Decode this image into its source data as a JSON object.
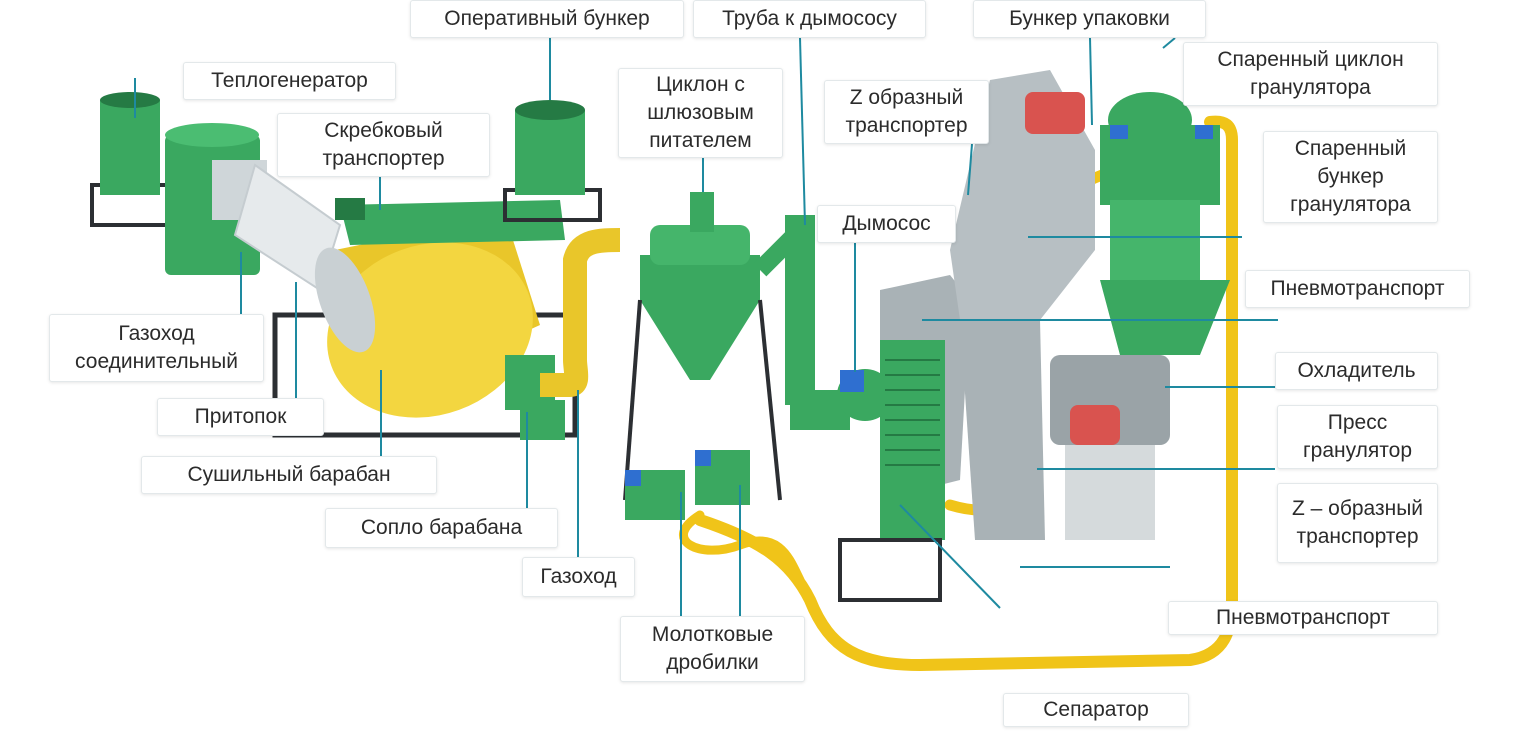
{
  "colors": {
    "equipment_green": "#3aa860",
    "equipment_green_dark": "#257a44",
    "drum_yellow": "#e9c62a",
    "pipe_yellow": "#f0c419",
    "steel_grey": "#a9b2b6",
    "motor_blue": "#2f6fd0",
    "motor_red": "#d9534f",
    "frame_dark": "#2c2f33",
    "leader_line": "#1e8aa0"
  },
  "labels": [
    {
      "id": "operativnyy-bunker",
      "text": "Оперативный бункер"
    },
    {
      "id": "truba-k-dymososu",
      "text": "Труба к дымососу"
    },
    {
      "id": "bunker-upakovki",
      "text": "Бункер упаковки"
    },
    {
      "id": "sparennyy-tsiklon",
      "text": "Спаренный циклон\nгранулятора"
    },
    {
      "id": "teplogenerator",
      "text": "Теплогенератор"
    },
    {
      "id": "tsiklon-shlyuz",
      "text": "Циклон с\nшлюзовым\nпитателем"
    },
    {
      "id": "z-transporter-top",
      "text": "Z образный\nтранспортер"
    },
    {
      "id": "skrebkovyy",
      "text": "Скребковый\nтранспортер"
    },
    {
      "id": "sparennyy-bunker",
      "text": "Спаренный\nбункер\nгранулятора"
    },
    {
      "id": "dymosos",
      "text": "Дымосос"
    },
    {
      "id": "pnevmo-top",
      "text": "Пневмотранспорт"
    },
    {
      "id": "gazokhod-soed",
      "text": "Газоход\nсоединительный"
    },
    {
      "id": "okhladitel",
      "text": "Охладитель"
    },
    {
      "id": "pritopok",
      "text": "Притопок"
    },
    {
      "id": "press",
      "text": "Пресс\nгранулятор"
    },
    {
      "id": "sushilnyy",
      "text": "Сушильный барабан"
    },
    {
      "id": "z-transporter-bottom",
      "text": "Z – образный\nтранспортер"
    },
    {
      "id": "soplo",
      "text": "Сопло барабана"
    },
    {
      "id": "gazokhod",
      "text": "Газоход"
    },
    {
      "id": "pnevmo-bottom",
      "text": "Пневмотранспорт"
    },
    {
      "id": "molotkovye",
      "text": "Молотковые\nдробилки"
    },
    {
      "id": "separator",
      "text": "Сепаратор"
    }
  ]
}
